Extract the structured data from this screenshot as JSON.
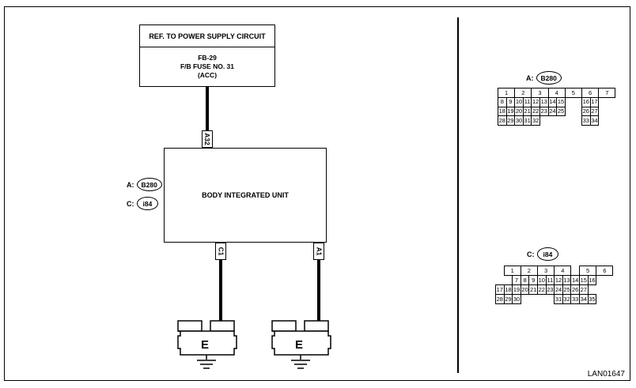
{
  "power_supply": {
    "title": "REF. TO POWER SUPPLY CIRCUIT",
    "line1": "FB-29",
    "line2": "F/B FUSE NO. 31",
    "line3": "(ACC)"
  },
  "unit": {
    "label": "BODY INTEGRATED UNIT"
  },
  "pins": {
    "top": "A32",
    "left": "C1",
    "right": "A1"
  },
  "connector_refs": [
    {
      "prefix": "A:",
      "code": "B280"
    },
    {
      "prefix": "C:",
      "code": "i84"
    }
  ],
  "grounds": [
    {
      "label": "E"
    },
    {
      "label": "E"
    }
  ],
  "connector_b280": {
    "prefix": "A:",
    "code": "B280",
    "rows": [
      [
        "1",
        "2",
        "3",
        "4",
        "5",
        "6",
        "7"
      ],
      [
        "8",
        "9",
        "10",
        "11",
        "12",
        "13",
        "14",
        "15",
        "16",
        "17"
      ],
      [
        "18",
        "19",
        "20",
        "21",
        "22",
        "23",
        "24",
        "25",
        "26",
        "27"
      ],
      [
        "28",
        "29",
        "30",
        "31",
        "32",
        "33",
        "34"
      ]
    ]
  },
  "connector_i84": {
    "prefix": "C:",
    "code": "i84",
    "rows": [
      [
        "1",
        "2",
        "3",
        "4",
        "5",
        "6"
      ],
      [
        "7",
        "8",
        "9",
        "10",
        "11",
        "12",
        "13",
        "14",
        "15",
        "16"
      ],
      [
        "17",
        "18",
        "19",
        "20",
        "21",
        "22",
        "23",
        "24",
        "25",
        "26",
        "27"
      ],
      [
        "28",
        "29",
        "30",
        "31",
        "32",
        "33",
        "34",
        "35"
      ]
    ]
  },
  "figure_code": "LAN01647"
}
